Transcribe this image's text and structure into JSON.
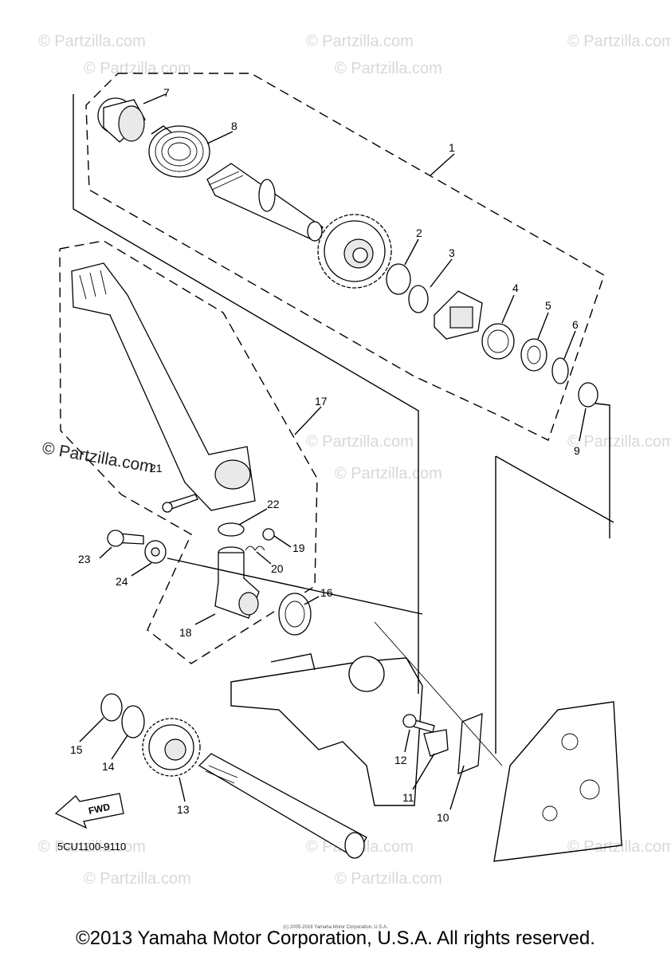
{
  "diagram": {
    "callouts": [
      "1",
      "2",
      "3",
      "4",
      "5",
      "6",
      "7",
      "8",
      "9",
      "10",
      "11",
      "12",
      "13",
      "14",
      "15",
      "16",
      "17",
      "18",
      "19",
      "20",
      "21",
      "22",
      "23",
      "24"
    ],
    "diagram_code": "5CU1100-9110",
    "fwd_label": "FWD",
    "watermark": "© Partzilla.com",
    "watermark_strong": "© Partzilla.com"
  },
  "footer": {
    "copyright": "©2013 Yamaha Motor Corporation, U.S.A. All rights reserved.",
    "small_note": "(c) 2005-2016 Yamaha Motor Corporation, U.S.A."
  }
}
